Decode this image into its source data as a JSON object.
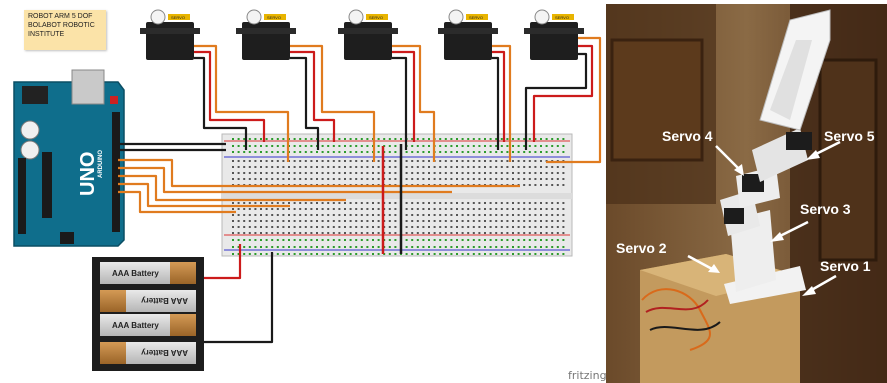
{
  "note": {
    "line1": "ROBOT ARM 5 DOF",
    "line2": "BOLABOT ROBOTIC",
    "line3": "INSTITUTE"
  },
  "board": {
    "brand": "UNO",
    "sub": "ARDUINO"
  },
  "servo_chip_text": "SERVO",
  "batteries": [
    {
      "label": "AAA Battery",
      "orientation": "normal"
    },
    {
      "label": "AAA Battery",
      "orientation": "flipped"
    },
    {
      "label": "AAA Battery",
      "orientation": "normal"
    },
    {
      "label": "AAA Battery",
      "orientation": "flipped"
    }
  ],
  "watermark": "fritzing",
  "photo_labels": [
    "Servo 4",
    "Servo 5",
    "Servo 3",
    "Servo 2",
    "Servo 1"
  ],
  "colors": {
    "arduino": "#0f6e8c",
    "breadboard": "#e9e9e9",
    "signal_wire": "#e07b1f",
    "power_wire": "#cc1b1b",
    "ground_wire": "#1a1a1a",
    "note": "#fbe3a8"
  }
}
